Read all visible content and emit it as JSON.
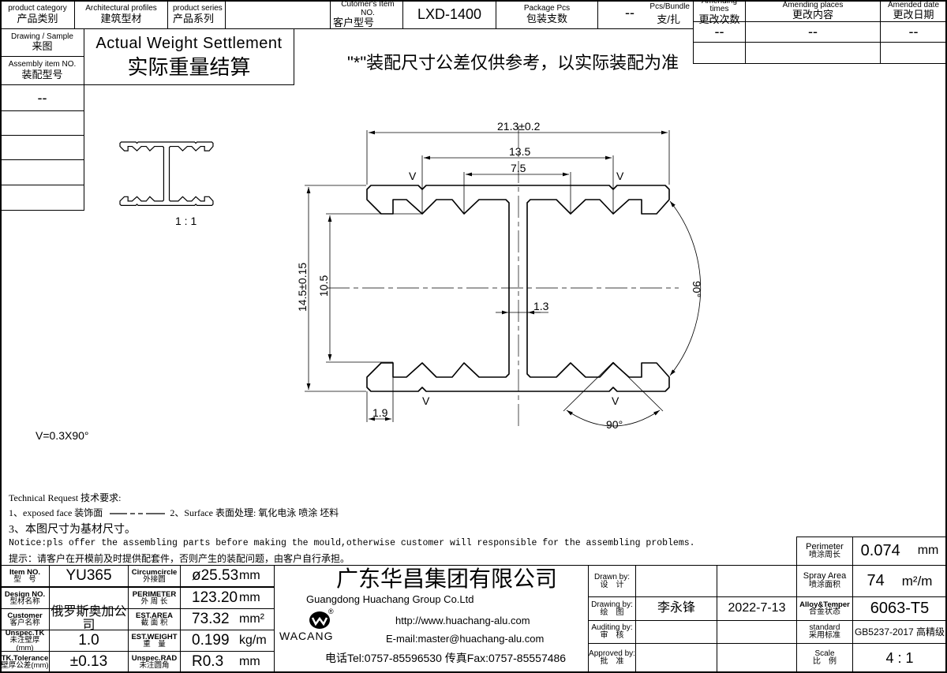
{
  "header": {
    "product_category_en": "product category",
    "product_category_cn": "产品类别",
    "category_value_en": "Architectural profiles",
    "category_value_cn": "建筑型材",
    "product_series_en": "product series",
    "product_series_cn": "产品系列",
    "customer_item_en": "Cutomer's Item NO.",
    "customer_item_cn": "客户型号",
    "customer_item_value": "LXD-1400",
    "package_pcs_en": "Package Pcs",
    "package_pcs_cn": "包装支数",
    "package_value": "--",
    "pcs_bundle_en": "Pcs/Bundle",
    "pcs_bundle_cn": "支/扎"
  },
  "amend": {
    "times_en": "Amending times",
    "times_cn": "更改次数",
    "places_en": "Amending places",
    "places_cn": "更改内容",
    "date_en": "Amended date",
    "date_cn": "更改日期",
    "times_value": "--",
    "places_value": "--",
    "date_value": "--"
  },
  "left_panel": {
    "drawing_en": "Drawing / Sample",
    "drawing_cn": "来图",
    "assembly_en": "Assembly item NO.",
    "assembly_cn": "装配型号",
    "assembly_value": "--"
  },
  "title": {
    "en": "Actual Weight Settlement",
    "cn": "实际重量结算"
  },
  "note_top": "\"*\"装配尺寸公差仅供参考，以实际装配为准",
  "drawing": {
    "thumb_scale": "1 : 1",
    "dim_width": "21.3±0.2",
    "dim_13": "13.5",
    "dim_7": "7.5",
    "dim_height": "14.5±0.15",
    "dim_inner": "10.5",
    "dim_web": "1.3",
    "dim_lip": "1.9",
    "angle_right": "90°",
    "angle_bottom": "90°",
    "v_mark": "V",
    "v_spec": "V=0.3X90°"
  },
  "tech": {
    "title": "Technical Request 技术要求:",
    "item1": "1、exposed face 装饰面",
    "item2": "2、Surface 表面处理: 氧化电泳 喷涂 坯料",
    "item3": "3、本图尺寸为基材尺寸。",
    "notice_en": "Notice:pls offer the assembling parts before making the mould,otherwise customer will responsible for the assembling problems.",
    "notice_cn": "提示：请客户在开模前及时提供配套件，否则产生的装配问题，由客户自行承担。"
  },
  "specs": {
    "rows": [
      {
        "l1": "Item NO.",
        "l2": "型　号",
        "v": "YU365",
        "k1": "Circumcircle",
        "k2": "外接圆",
        "kv": "ø25.53",
        "u": "mm"
      },
      {
        "l1": "Design NO.",
        "l2": "型材名称",
        "v": "",
        "k1": "PERIMETER",
        "k2": "外 周 长",
        "kv": "123.20",
        "u": "mm"
      },
      {
        "l1": "Customer",
        "l2": "客户名称",
        "v": "俄罗斯奥加公司",
        "k1": "EST.AREA",
        "k2": "截 面 积",
        "kv": "73.32",
        "u": "mm²"
      },
      {
        "l1": "Unspec.TK",
        "l2": "未注壁厚 (mm)",
        "v": "1.0",
        "k1": "EST.WEIGHT",
        "k2": "重　量",
        "kv": "0.199",
        "u": "kg/m"
      },
      {
        "l1": "TK.Tolerance",
        "l2": "壁厚公差(mm)",
        "v": "±0.13",
        "k1": "Unspec.RAD",
        "k2": "未注圆角",
        "kv": "R0.3",
        "u": "mm"
      }
    ]
  },
  "company": {
    "name_cn": "广东华昌集团有限公司",
    "name_en": "Guangdong Huachang Group Co.Ltd",
    "logo_text": "WACANG",
    "url": "http://www.huachang-alu.com",
    "email": "E-mail:master@huachang-alu.com",
    "phone": "电话Tel:0757-85596530 传真Fax:0757-85557486"
  },
  "signoff": {
    "rows": [
      {
        "l1": "Drawn by:",
        "l2": "设　计",
        "name": "",
        "date": ""
      },
      {
        "l1": "Drawing by:",
        "l2": "绘　图",
        "name": "李永锋",
        "date": "2022-7-13"
      },
      {
        "l1": "Auditing by:",
        "l2": "审　核",
        "name": "",
        "date": ""
      },
      {
        "l1": "Approved by:",
        "l2": "批　准",
        "name": "",
        "date": ""
      }
    ]
  },
  "props": {
    "perimeter_en": "Perimeter",
    "perimeter_cn": "喷涂周长",
    "perimeter_value": "0.074",
    "perimeter_unit": "mm",
    "spray_en": "Spray Area",
    "spray_cn": "喷涂面积",
    "spray_value": "74",
    "spray_unit": "m²/m",
    "alloy_en": "Alloy&Temper",
    "alloy_cn": "合金状态",
    "alloy_value": "6063-T5",
    "standard_en": "standard",
    "standard_cn": "采用标准",
    "standard_value": "GB5237-2017 高精级",
    "scale_en": "Scale",
    "scale_cn": "比　例",
    "scale_value": "4 : 1"
  }
}
